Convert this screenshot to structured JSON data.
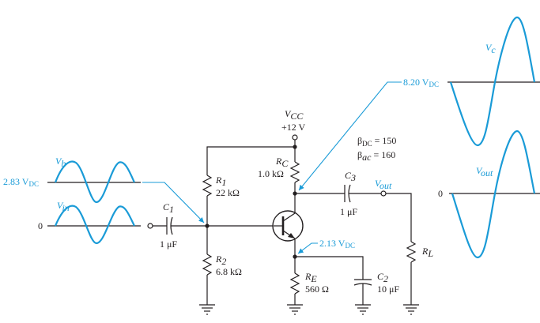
{
  "supply": {
    "name": "V",
    "sub": "CC",
    "value": "+12 V"
  },
  "betas": {
    "dc_sym": "β",
    "dc_sub": "DC",
    "dc_val": " = 150",
    "ac_sym": "β",
    "ac_sub": "ac",
    "ac_val": " = 160"
  },
  "r1": {
    "name": "R",
    "sub": "1",
    "value": "22 kΩ"
  },
  "r2": {
    "name": "R",
    "sub": "2",
    "value": "6.8 kΩ"
  },
  "rc": {
    "name": "R",
    "sub": "C",
    "value": "1.0 kΩ"
  },
  "re": {
    "name": "R",
    "sub": "E",
    "value": "560 Ω"
  },
  "rl": {
    "name": "R",
    "sub": "L"
  },
  "c1": {
    "name": "C",
    "sub": "1",
    "value": "1 μF"
  },
  "c2": {
    "name": "C",
    "sub": "2",
    "value": "10 μF"
  },
  "c3": {
    "name": "C",
    "sub": "3",
    "value": "1 μF"
  },
  "vout_node": {
    "name": "V",
    "sub": "out"
  },
  "base_wave": {
    "name": "V",
    "sub": "b",
    "level": "2.83 V",
    "level_sub": "DC"
  },
  "input_wave": {
    "name": "V",
    "sub": "in",
    "level": "0"
  },
  "collector_wave": {
    "name": "V",
    "sub": "c",
    "level": "8.20 V",
    "level_sub": "DC"
  },
  "output_wave": {
    "name": "V",
    "sub": "out",
    "level": "0"
  },
  "emitter_level": {
    "text": "2.13 V",
    "sub": "DC"
  }
}
